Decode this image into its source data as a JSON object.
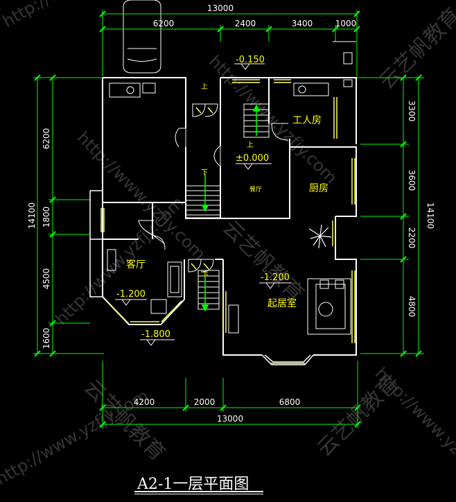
{
  "title": "A2-1一层平面图",
  "dimensions": {
    "top_total": "13000",
    "top_segments": [
      "6200",
      "2400",
      "3400",
      "1000"
    ],
    "bottom_total": "13000",
    "bottom_segments": [
      "4200",
      "2000",
      "6800"
    ],
    "left_total": "14100",
    "left_segments": [
      "6200",
      "1800",
      "4500",
      "1600"
    ],
    "right_total": "14100",
    "right_segments": [
      "3300",
      "3600",
      "2200",
      "4800"
    ]
  },
  "levels": {
    "entry": "-0.150",
    "hall": "±0.000",
    "guest": "-1.200",
    "living": "-1.200",
    "terrace": "-1.800"
  },
  "rooms": {
    "servant": "工人房",
    "kitchen": "厨房",
    "dining": "餐厅",
    "guest": "客厅",
    "living": "起居室"
  },
  "stairs": {
    "up": "上",
    "down": "下"
  },
  "watermarks": [
    "http://www.yzfjy.com",
    "云艺帆教育"
  ],
  "colors": {
    "wall": "#ffffff",
    "dim": "#00ff00",
    "text": "#ffff00",
    "window": "#ffff66",
    "furniture": "#ffffff"
  }
}
